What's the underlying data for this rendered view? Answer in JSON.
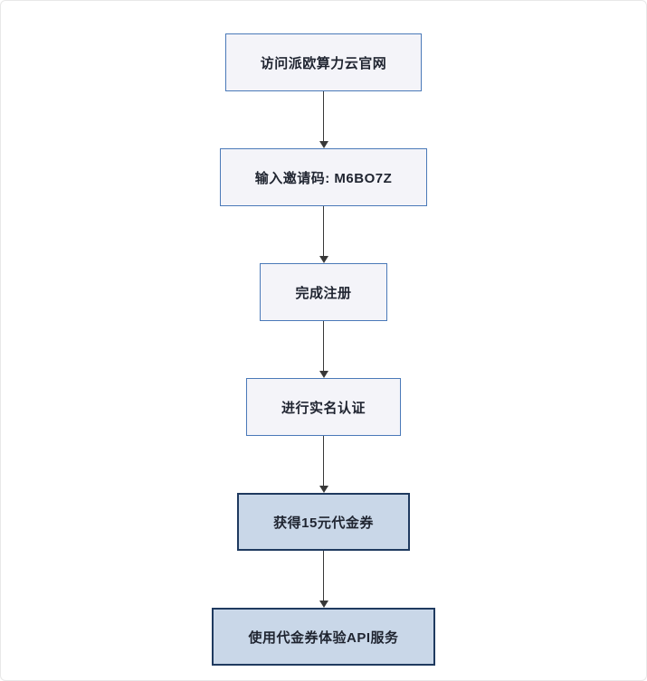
{
  "diagram": {
    "type": "flowchart",
    "direction": "top-down",
    "nodes": [
      {
        "id": "step-1",
        "label": "访问派欧算力云官网",
        "style": "default"
      },
      {
        "id": "step-2",
        "label": "输入邀请码: M6BO7Z",
        "style": "default"
      },
      {
        "id": "step-3",
        "label": "完成注册",
        "style": "default"
      },
      {
        "id": "step-4",
        "label": "进行实名认证",
        "style": "default"
      },
      {
        "id": "step-5",
        "label": "获得15元代金券",
        "style": "highlight"
      },
      {
        "id": "step-6",
        "label": "使用代金券体验API服务",
        "style": "highlight"
      }
    ],
    "edges": [
      {
        "from": "step-1",
        "to": "step-2"
      },
      {
        "from": "step-2",
        "to": "step-3"
      },
      {
        "from": "step-3",
        "to": "step-4"
      },
      {
        "from": "step-4",
        "to": "step-5"
      },
      {
        "from": "step-5",
        "to": "step-6"
      }
    ]
  },
  "theme": {
    "default_fill": "#f4f4f9",
    "default_border": "#4a79b8",
    "highlight_fill": "#c9d7e8",
    "highlight_border": "#1f3a5f",
    "arrow_color": "#383838",
    "text_color": "#1f2430"
  }
}
